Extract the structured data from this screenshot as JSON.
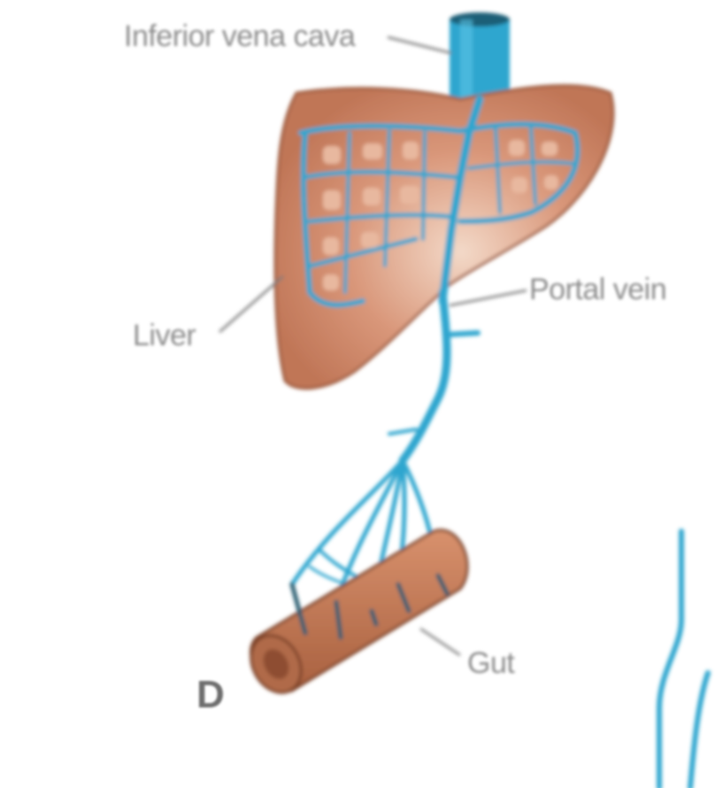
{
  "figure": {
    "panel_letter": "D",
    "labels": {
      "ivc": "Inferior vena cava",
      "liver": "Liver",
      "portal_vein": "Portal vein",
      "gut": "Gut"
    }
  },
  "colors": {
    "vessel": "#2ea6cf",
    "vessel_dark": "#1d7fa3",
    "liver": "#c98462",
    "liver_edge": "#9c5a3e",
    "gut": "#c07a58",
    "label": "#8c8c8c"
  }
}
